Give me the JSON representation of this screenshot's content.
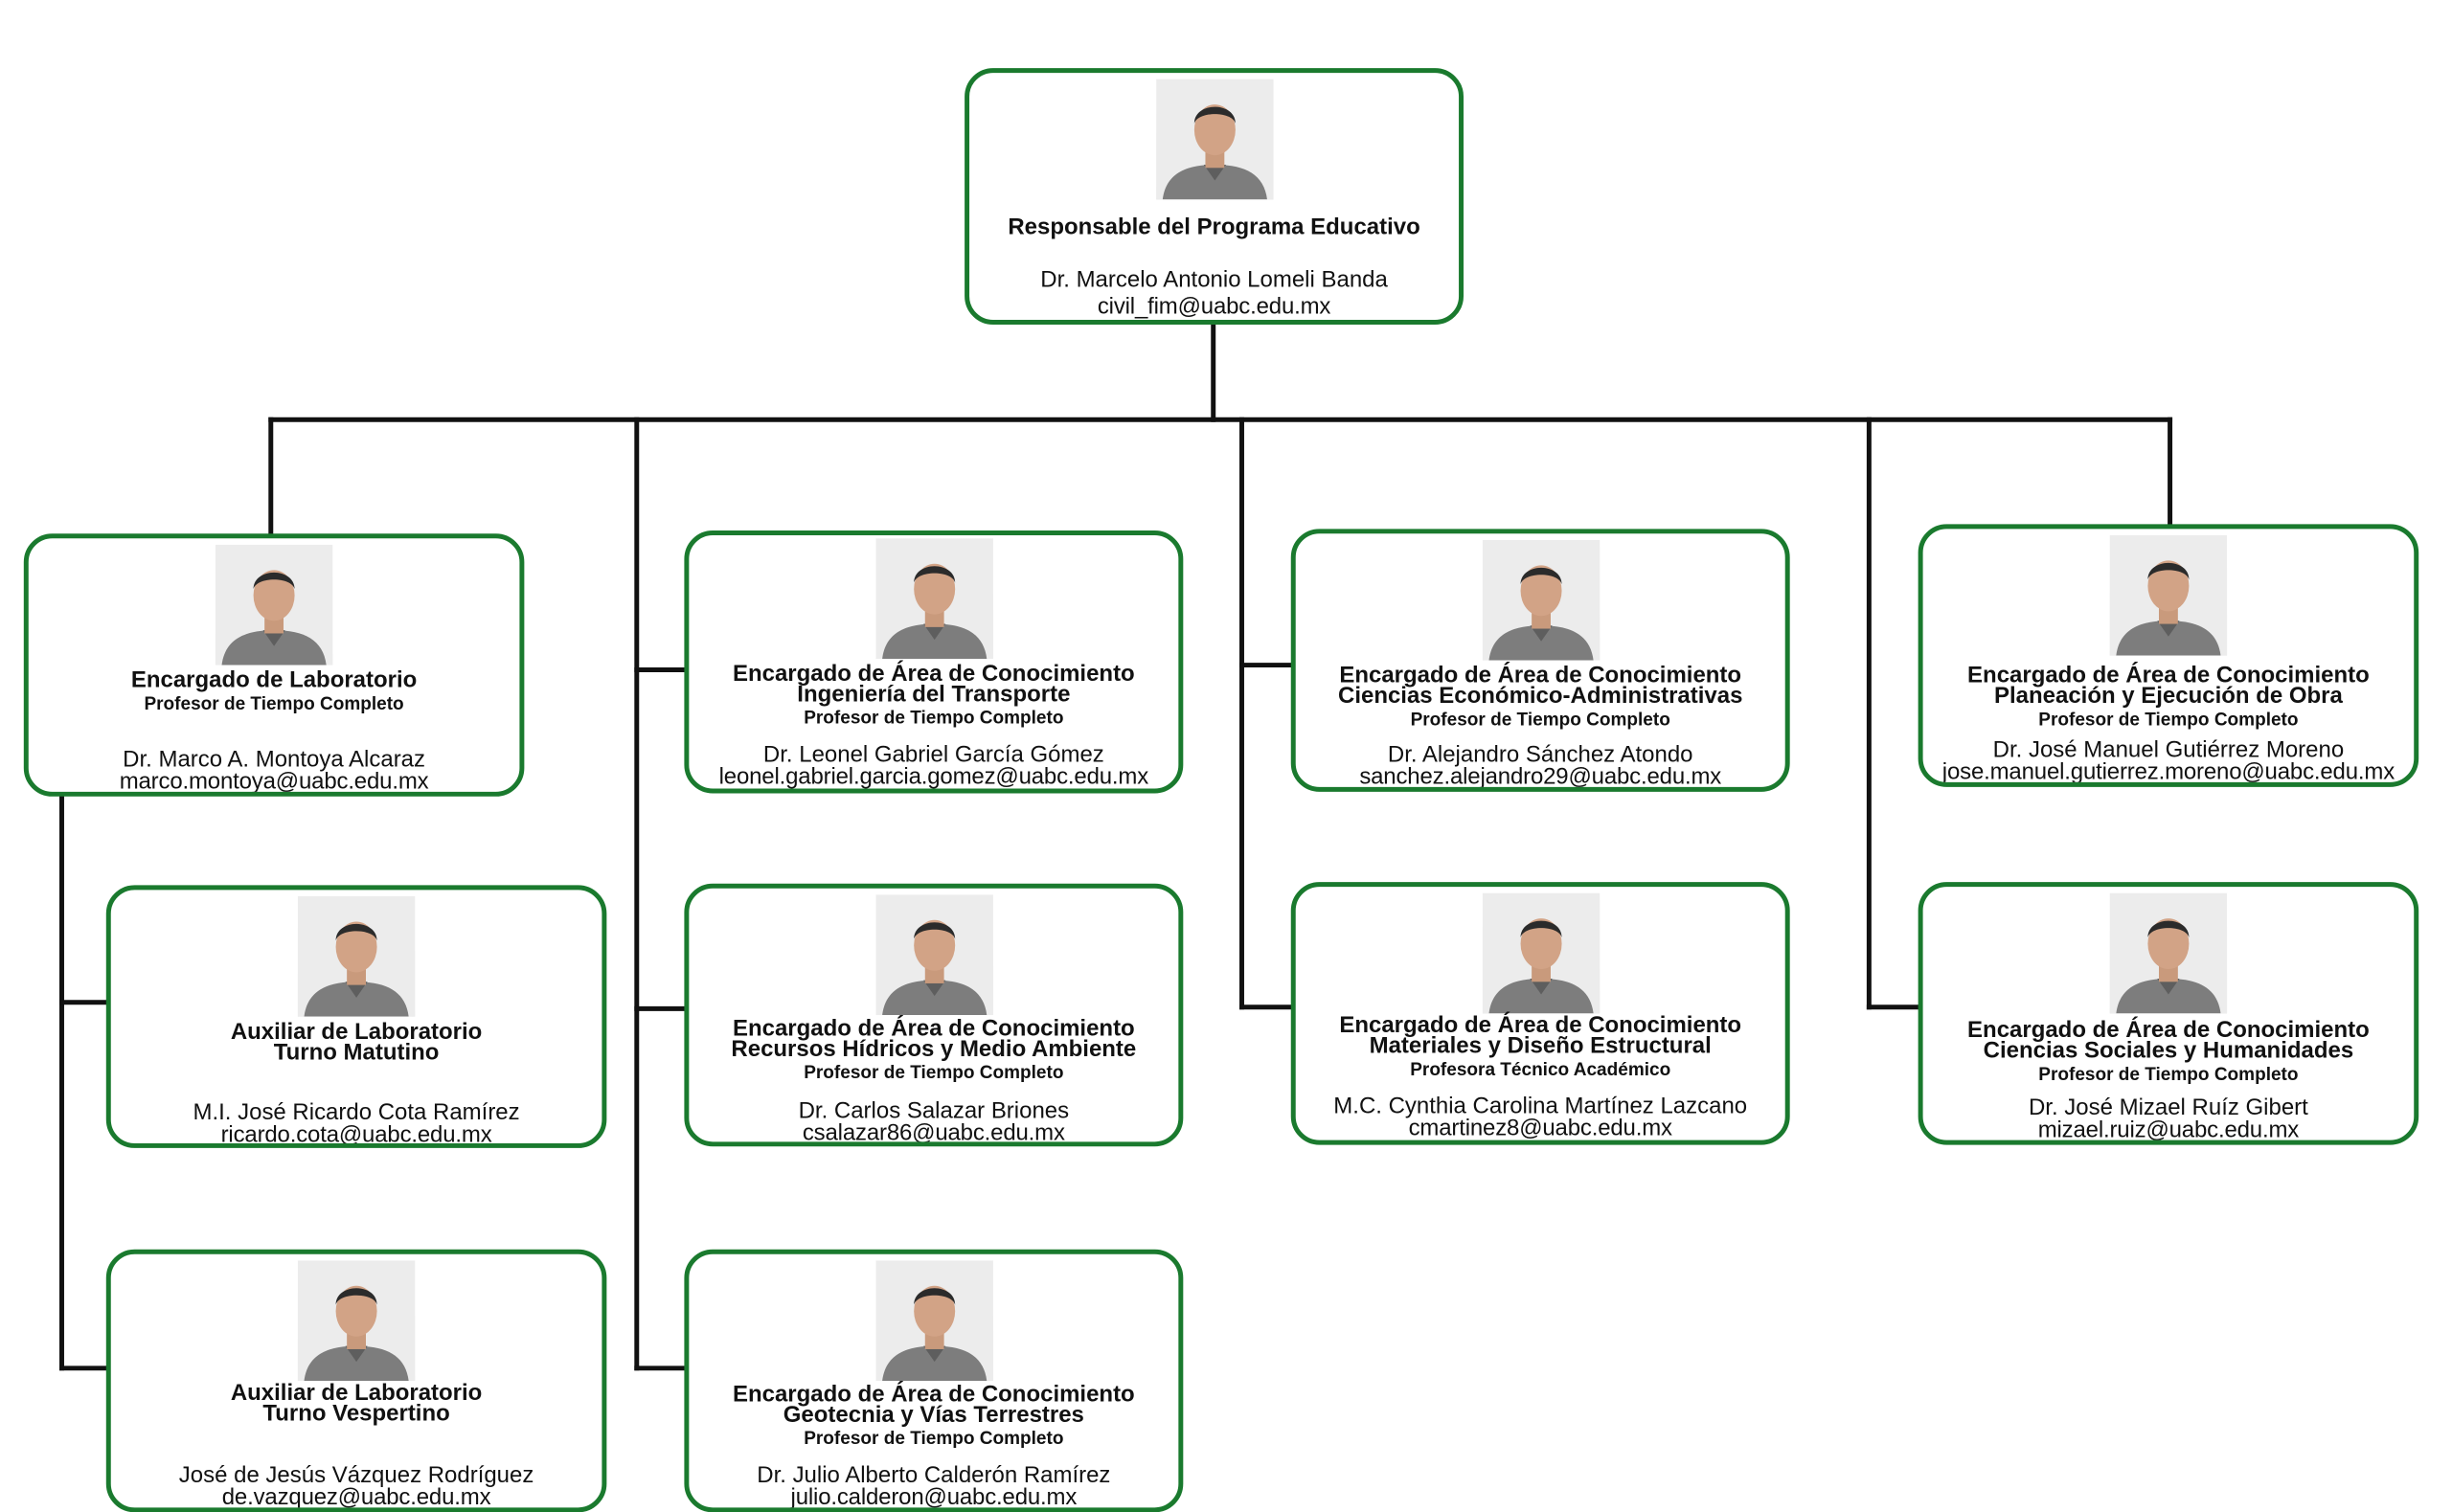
{
  "colors": {
    "card_border": "#1a7a2e",
    "connector": "#111111",
    "shirt": "#7d7d7d"
  },
  "root": {
    "title": "Responsable del Programa Educativo",
    "name": "Dr. Marcelo Antonio Lomeli Banda",
    "email": "civil_fim@uabc.edu.mx",
    "photo_icon": "person-photo-icon"
  },
  "lab": {
    "title": "Encargado de Laboratorio",
    "subtitle": "Profesor de Tiempo Completo",
    "name": "Dr. Marco A. Montoya Alcaraz",
    "email": "marco.montoya@uabc.edu.mx"
  },
  "lab_morning": {
    "title": "Auxiliar de Laboratorio",
    "subtitle": "Turno Matutino",
    "name": "M.I. José Ricardo Cota Ramírez",
    "email": "ricardo.cota@uabc.edu.mx"
  },
  "lab_evening": {
    "title": "Auxiliar de Laboratorio",
    "subtitle": "Turno Vespertino",
    "name": "José de Jesús Vázquez Rodríguez",
    "email": "de.vazquez@uabc.edu.mx"
  },
  "transport": {
    "title": "Encargado de Área de Conocimiento",
    "area": "Ingeniería del Transporte",
    "role": "Profesor de Tiempo Completo",
    "name": "Dr. Leonel Gabriel García Gómez",
    "email": "leonel.gabriel.garcia.gomez@uabc.edu.mx"
  },
  "water": {
    "title": "Encargado de Área de Conocimiento",
    "area": "Recursos Hídricos y Medio Ambiente",
    "role": "Profesor de Tiempo Completo",
    "name": "Dr. Carlos Salazar Briones",
    "email": "csalazar86@uabc.edu.mx"
  },
  "geotech": {
    "title": "Encargado de Área de Conocimiento",
    "area": "Geotecnia y Vías Terrestres",
    "role": "Profesor de Tiempo Completo",
    "name": "Dr. Julio Alberto Calderón Ramírez",
    "email": "julio.calderon@uabc.edu.mx"
  },
  "economics": {
    "title": "Encargado de Área de Conocimiento",
    "area": "Ciencias Económico-Administrativas",
    "role": "Profesor de Tiempo Completo",
    "name": "Dr. Alejandro Sánchez Atondo",
    "email": "sanchez.alejandro29@uabc.edu.mx"
  },
  "materials": {
    "title": "Encargado de Área de Conocimiento",
    "area": "Materiales y Diseño Estructural",
    "role": "Profesora Técnico Académico",
    "name": "M.C. Cynthia Carolina Martínez Lazcano",
    "email": "cmartinez8@uabc.edu.mx"
  },
  "planning": {
    "title": "Encargado de Área de Conocimiento",
    "area": "Planeación y Ejecución de Obra",
    "role": "Profesor de Tiempo Completo",
    "name": "Dr. José Manuel Gutiérrez Moreno",
    "email": "jose.manuel.gutierrez.moreno@uabc.edu.mx"
  },
  "social": {
    "title": "Encargado de Área de Conocimiento",
    "area": "Ciencias Sociales y Humanidades",
    "role": "Profesor de Tiempo Completo",
    "name": "Dr. José Mizael Ruíz Gibert",
    "email": "mizael.ruiz@uabc.edu.mx"
  }
}
